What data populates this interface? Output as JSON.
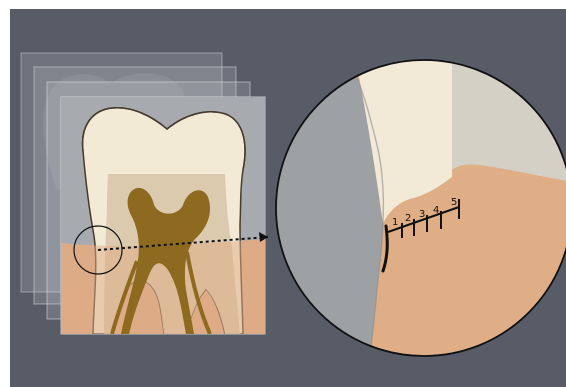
{
  "figure": {
    "scale_tick_labels": [
      "1",
      "2",
      "3",
      "4",
      "5"
    ]
  },
  "colors": {
    "background": "#575c67",
    "enamel": "#f3ead6",
    "dentin": "#d8c8ad",
    "pulp": "#8d6a1f",
    "gum": "#dfad88",
    "slice_film": "#c5c8cc",
    "lens_gray": "#9ca0a4",
    "scale_black": "#111111"
  }
}
